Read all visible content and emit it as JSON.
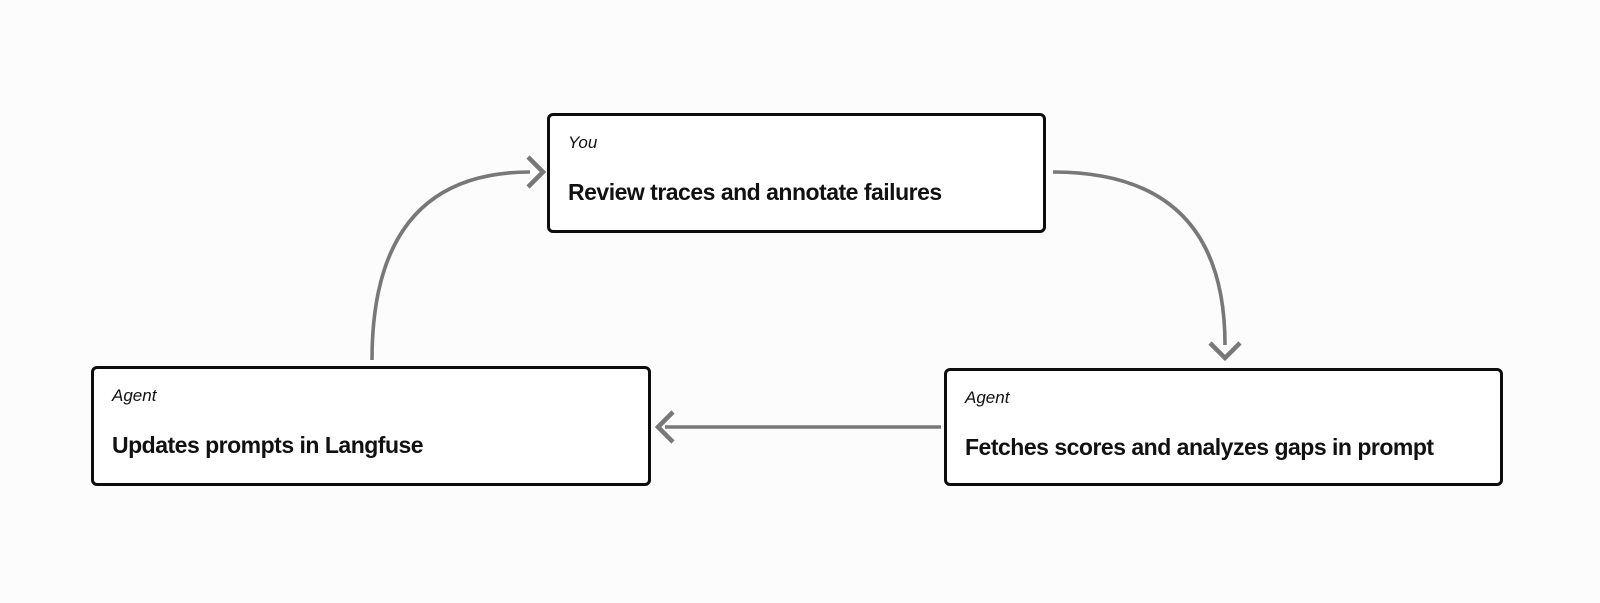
{
  "diagram": {
    "nodes": [
      {
        "id": "you-review",
        "actor": "You",
        "action": "Review traces and annotate failures"
      },
      {
        "id": "agent-fetch",
        "actor": "Agent",
        "action": "Fetches scores and analyzes gaps in prompt"
      },
      {
        "id": "agent-update",
        "actor": "Agent",
        "action": "Updates prompts in Langfuse"
      }
    ],
    "edges": [
      {
        "from": "you-review",
        "to": "agent-fetch"
      },
      {
        "from": "agent-fetch",
        "to": "agent-update"
      },
      {
        "from": "agent-update",
        "to": "you-review"
      }
    ]
  },
  "colors": {
    "background": "#fcfcfc",
    "node_background": "#ffffff",
    "node_border": "#0d0d0d",
    "arrow": "#787878",
    "text": "#111111"
  }
}
